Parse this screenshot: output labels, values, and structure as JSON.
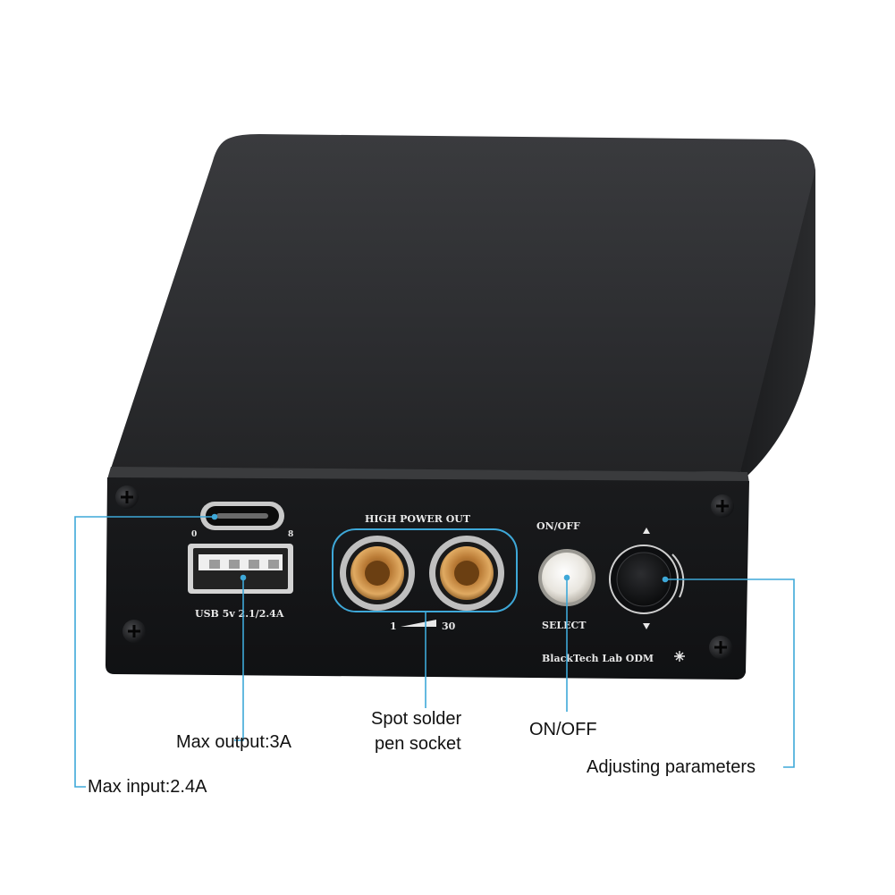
{
  "product": {
    "panel": {
      "high_power_label": "HIGH POWER OUT",
      "on_off_label": "ON/OFF",
      "select_label": "SELECT",
      "usb_label": "USB 5v 2.1/2.4A",
      "scale_min": "1",
      "scale_max": "30",
      "brand_label": "BlackTech Lab ODM",
      "typec_mark_left": "0",
      "typec_mark_right": "8"
    },
    "callouts": {
      "max_input": "Max input:2.4A",
      "max_output": "Max output:3A",
      "socket_line1": "Spot solder",
      "socket_line2": "pen socket",
      "on_off": "ON/OFF",
      "adjusting": "Adjusting parameters"
    },
    "colors": {
      "callout_line": "#3ea8d8",
      "body": "#2b2c2e",
      "connector_gold": "#c8904a"
    }
  }
}
